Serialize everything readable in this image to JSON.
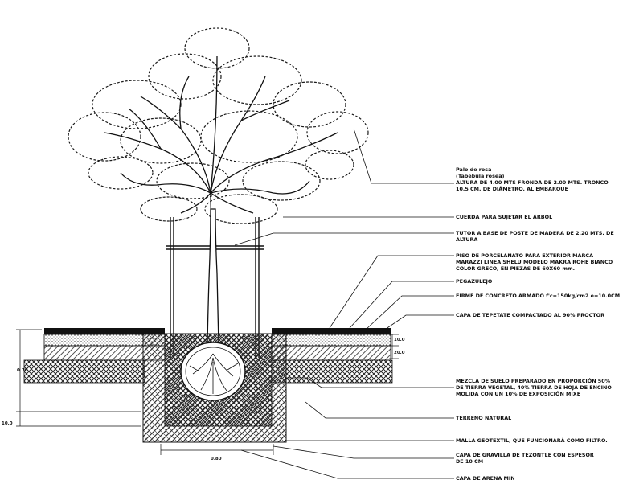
{
  "diagram": {
    "labels": {
      "tree_name": "Palo de rosa",
      "tree_species": "(Tabebuia rosea)",
      "tree_spec_1": "ALTURA DE 4.00 MTS FRONDA DE 2.00 MTS. TRONCO",
      "tree_spec_2": "10.5 CM. DE DIÁMETRO, AL EMBARQUE",
      "rope": "CUERDA PARA SUJETAR EL ÁRBOL",
      "stake_1": "TUTOR A BASE DE POSTE DE MADERA DE 2.20 MTS. DE",
      "stake_2": "ALTURA",
      "tile_1": "PISO DE PORCELANATO PARA EXTERIOR MARCA",
      "tile_2": "MARAZZI LINEA SHELU MODELO MAKRA ROHE BIANCO",
      "tile_3": "COLOR GRECO, EN PIEZAS DE 60X60 mm.",
      "adhesive": "PEGAZULEJO",
      "concrete": "FIRME DE CONCRETO ARMADO f'c=150kg/cm2 e=10.0CM",
      "tepetate": "CAPA DE TEPETATE COMPACTADO AL 90% PROCTOR",
      "soil_1": "MEZCLA DE SUELO PREPARADO EN PROPORCIÓN 50%",
      "soil_2": "DE TIERRA VEGETAL, 40% TIERRA DE HOJA DE ENCINO",
      "soil_3": "MOLIDA CON UN 10% DE EXPOSICIÓN MIXE",
      "natural": "TERRENO NATURAL",
      "geotextile": "MALLA GEOTEXTIL, QUE FUNCIONARÁ COMO FILTRO.",
      "gravel_1": "CAPA DE GRAVILLA DE TEZONTLE CON ESPESOR",
      "gravel_2": "DE 10 CM",
      "sand": "CAPA DE ARENA MIN"
    },
    "dimensions": {
      "depth_total": "0.70",
      "layer_a": "10.0",
      "layer_b": "20.0",
      "bottom_small": "10.0",
      "pit_width": "0.80"
    }
  }
}
